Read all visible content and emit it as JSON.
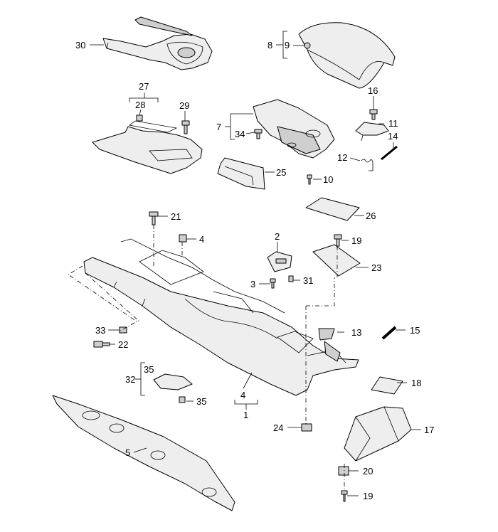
{
  "diagram": {
    "callouts": [
      {
        "id": "p30",
        "text": "30"
      },
      {
        "id": "p8",
        "text": "8"
      },
      {
        "id": "p9",
        "text": "9"
      },
      {
        "id": "p27",
        "text": "27"
      },
      {
        "id": "p28",
        "text": "28"
      },
      {
        "id": "p29",
        "text": "29"
      },
      {
        "id": "p7",
        "text": "7"
      },
      {
        "id": "p34",
        "text": "34"
      },
      {
        "id": "p16",
        "text": "16"
      },
      {
        "id": "p11",
        "text": "11"
      },
      {
        "id": "p14",
        "text": "14"
      },
      {
        "id": "p12",
        "text": "12"
      },
      {
        "id": "p25",
        "text": "25"
      },
      {
        "id": "p10",
        "text": "10"
      },
      {
        "id": "p26",
        "text": "26"
      },
      {
        "id": "p21",
        "text": "21"
      },
      {
        "id": "p4a",
        "text": "4"
      },
      {
        "id": "p2",
        "text": "2"
      },
      {
        "id": "p19a",
        "text": "19"
      },
      {
        "id": "p23",
        "text": "23"
      },
      {
        "id": "p3",
        "text": "3"
      },
      {
        "id": "p31",
        "text": "31"
      },
      {
        "id": "p13",
        "text": "13"
      },
      {
        "id": "p15",
        "text": "15"
      },
      {
        "id": "p33",
        "text": "33"
      },
      {
        "id": "p22",
        "text": "22"
      },
      {
        "id": "p35a",
        "text": "35"
      },
      {
        "id": "p32",
        "text": "32"
      },
      {
        "id": "p35b",
        "text": "35"
      },
      {
        "id": "p18",
        "text": "18"
      },
      {
        "id": "p4b",
        "text": "4"
      },
      {
        "id": "p1",
        "text": "1"
      },
      {
        "id": "p24",
        "text": "24"
      },
      {
        "id": "p17",
        "text": "17"
      },
      {
        "id": "p5",
        "text": "5"
      },
      {
        "id": "p20",
        "text": "20"
      },
      {
        "id": "p19b",
        "text": "19"
      }
    ]
  }
}
